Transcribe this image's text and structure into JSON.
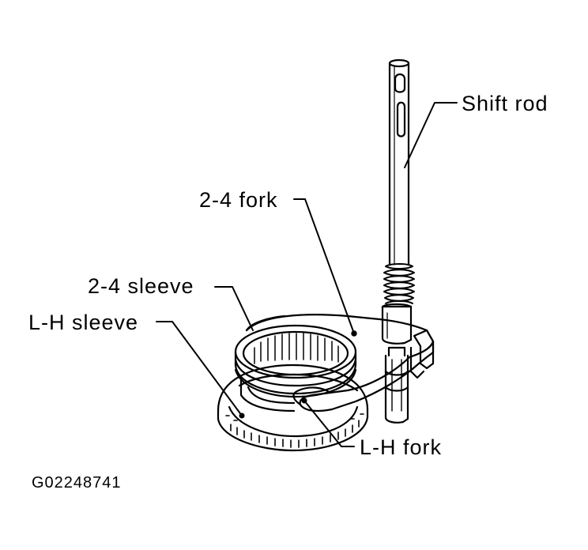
{
  "labels": {
    "shift_rod": "Shift rod",
    "fork_24": "2-4 fork",
    "sleeve_24": "2-4 sleeve",
    "lh_sleeve": "L-H sleeve",
    "lh_fork": "L-H fork"
  },
  "figure_code": "G02248741"
}
